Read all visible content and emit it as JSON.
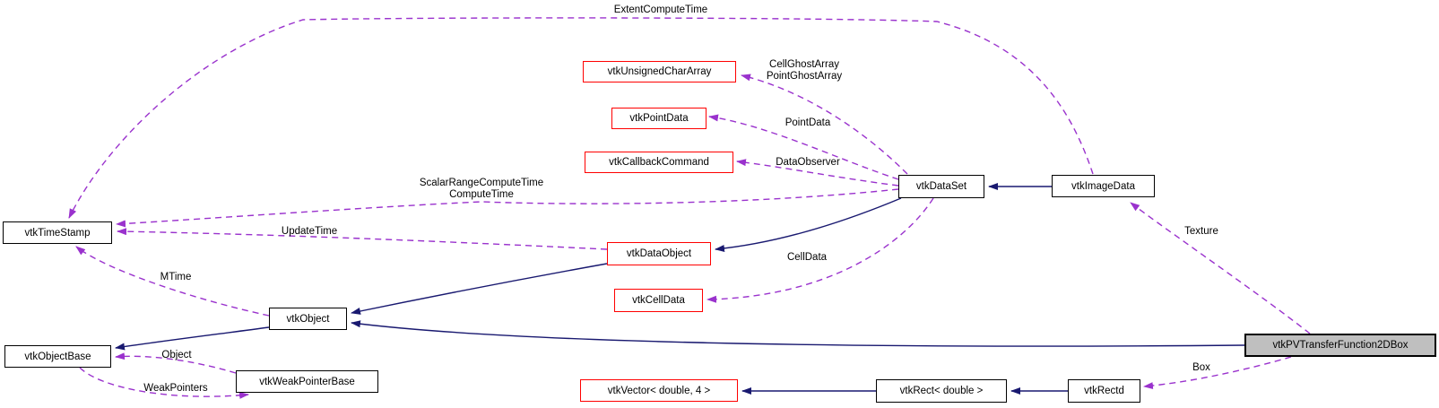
{
  "diagram": {
    "kind": "doxygen-collaboration-graph",
    "focus_class": "vtkPVTransferFunction2DBox"
  },
  "colors": {
    "inheritance_edge": "#191970",
    "usage_edge": "#9a32cd",
    "node_border": "#000000",
    "linked_node_border": "#ff0000",
    "focus_node_fill": "#bfbfbf",
    "node_fill": "#ffffff",
    "text": "#000000"
  },
  "nodes": {
    "timestamp": {
      "label": "vtkTimeStamp"
    },
    "objectbase": {
      "label": "vtkObjectBase"
    },
    "weakpointerbase": {
      "label": "vtkWeakPointerBase"
    },
    "object": {
      "label": "vtkObject"
    },
    "unsignedchararray": {
      "label": "vtkUnsignedCharArray"
    },
    "pointdata": {
      "label": "vtkPointData"
    },
    "callbackcommand": {
      "label": "vtkCallbackCommand"
    },
    "dataobject": {
      "label": "vtkDataObject"
    },
    "celldata": {
      "label": "vtkCellData"
    },
    "dataset": {
      "label": "vtkDataSet"
    },
    "imagedata": {
      "label": "vtkImageData"
    },
    "pv2dbox": {
      "label": "vtkPVTransferFunction2DBox"
    },
    "vector": {
      "label": "vtkVector< double, 4 >"
    },
    "rect": {
      "label": "vtkRect< double >"
    },
    "rectd": {
      "label": "vtkRectd"
    }
  },
  "edge_labels": {
    "extent_compute_time": "ExtentComputeTime",
    "cell_ghost_array": "CellGhostArray",
    "point_ghost_array": "PointGhostArray",
    "point_data": "PointData",
    "data_observer": "DataObserver",
    "scalar_range_compute_time": "ScalarRangeComputeTime",
    "compute_time": "ComputeTime",
    "update_time": "UpdateTime",
    "mtime": "MTime",
    "cell_data": "CellData",
    "texture": "Texture",
    "object": "Object",
    "weak_pointers": "WeakPointers",
    "box": "Box"
  },
  "edges": [
    {
      "from": "vtkImageData",
      "to": "vtkTimeStamp",
      "labels": [
        "ExtentComputeTime"
      ],
      "style": "dashed"
    },
    {
      "from": "vtkDataSet",
      "to": "vtkUnsignedCharArray",
      "labels": [
        "CellGhostArray",
        "PointGhostArray"
      ],
      "style": "dashed"
    },
    {
      "from": "vtkDataSet",
      "to": "vtkPointData",
      "labels": [
        "PointData"
      ],
      "style": "dashed"
    },
    {
      "from": "vtkDataSet",
      "to": "vtkCallbackCommand",
      "labels": [
        "DataObserver"
      ],
      "style": "dashed"
    },
    {
      "from": "vtkDataSet",
      "to": "vtkTimeStamp",
      "labels": [
        "ScalarRangeComputeTime",
        "ComputeTime"
      ],
      "style": "dashed"
    },
    {
      "from": "vtkDataObject",
      "to": "vtkTimeStamp",
      "labels": [
        "UpdateTime"
      ],
      "style": "dashed"
    },
    {
      "from": "vtkObject",
      "to": "vtkTimeStamp",
      "labels": [
        "MTime"
      ],
      "style": "dashed"
    },
    {
      "from": "vtkDataSet",
      "to": "vtkCellData",
      "labels": [
        "CellData"
      ],
      "style": "dashed"
    },
    {
      "from": "vtkPVTransferFunction2DBox",
      "to": "vtkImageData",
      "labels": [
        "Texture"
      ],
      "style": "dashed"
    },
    {
      "from": "vtkPVTransferFunction2DBox",
      "to": "vtkRectd",
      "labels": [
        "Box"
      ],
      "style": "dashed"
    },
    {
      "from": "vtkWeakPointerBase",
      "to": "vtkObjectBase",
      "labels": [
        "Object"
      ],
      "style": "dashed"
    },
    {
      "from": "vtkObjectBase",
      "to": "vtkWeakPointerBase",
      "labels": [
        "WeakPointers"
      ],
      "style": "dashed"
    },
    {
      "from": "vtkImageData",
      "to": "vtkDataSet",
      "labels": [],
      "style": "solid"
    },
    {
      "from": "vtkDataSet",
      "to": "vtkDataObject",
      "labels": [],
      "style": "solid"
    },
    {
      "from": "vtkDataObject",
      "to": "vtkObject",
      "labels": [],
      "style": "solid"
    },
    {
      "from": "vtkPVTransferFunction2DBox",
      "to": "vtkObject",
      "labels": [],
      "style": "solid"
    },
    {
      "from": "vtkObject",
      "to": "vtkObjectBase",
      "labels": [],
      "style": "solid"
    },
    {
      "from": "vtkRect< double >",
      "to": "vtkVector< double, 4 >",
      "labels": [],
      "style": "solid"
    },
    {
      "from": "vtkRectd",
      "to": "vtkRect< double >",
      "labels": [],
      "style": "solid"
    }
  ]
}
